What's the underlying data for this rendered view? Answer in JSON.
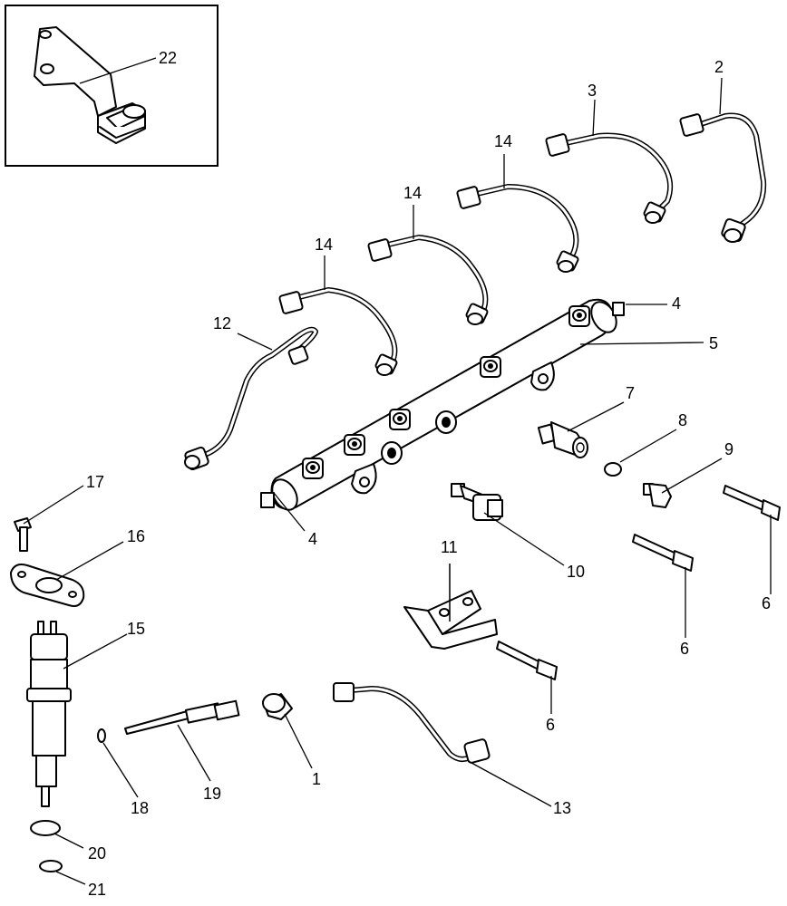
{
  "callouts": {
    "c1": "1",
    "c2": "2",
    "c3": "3",
    "c4a": "4",
    "c4b": "4",
    "c5": "5",
    "c6a": "6",
    "c6b": "6",
    "c6c": "6",
    "c7": "7",
    "c8": "8",
    "c9": "9",
    "c10": "10",
    "c11": "11",
    "c12": "12",
    "c13": "13",
    "c14a": "14",
    "c14b": "14",
    "c14c": "14",
    "c15": "15",
    "c16": "16",
    "c17": "17",
    "c18": "18",
    "c19": "19",
    "c20": "20",
    "c21": "21",
    "c22": "22"
  }
}
